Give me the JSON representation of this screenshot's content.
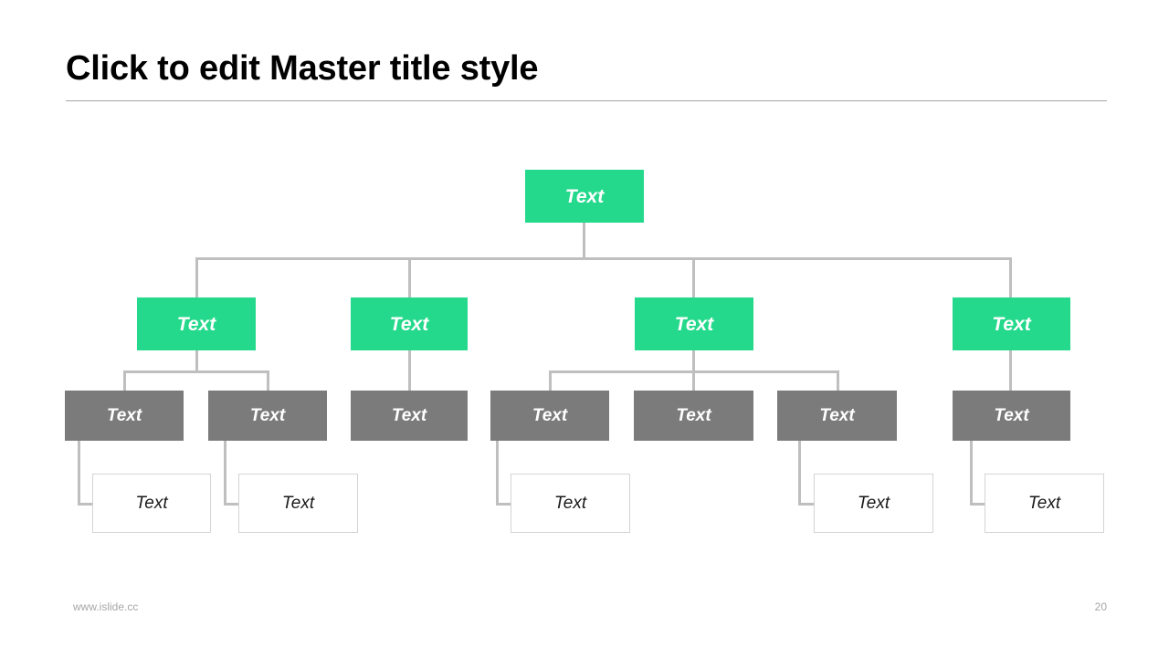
{
  "slide": {
    "title": "Click to edit Master title style",
    "footer_left": "www.islide.cc",
    "page_number": "20",
    "colors": {
      "accent_green": "#25d98c",
      "node_grey": "#7b7b7b",
      "connector": "#bfbfbf",
      "leaf_border": "#d4d4d4",
      "title_rule": "#a6a6a6",
      "footer_text": "#a6a6a6",
      "background": "#ffffff"
    }
  },
  "diagram": {
    "type": "org-chart",
    "levels": 4,
    "root": {
      "label": "Text",
      "style": "green"
    },
    "level2": [
      {
        "label": "Text",
        "style": "green"
      },
      {
        "label": "Text",
        "style": "green"
      },
      {
        "label": "Text",
        "style": "green"
      },
      {
        "label": "Text",
        "style": "green"
      }
    ],
    "level3": [
      {
        "label": "Text",
        "style": "grey"
      },
      {
        "label": "Text",
        "style": "grey"
      },
      {
        "label": "Text",
        "style": "grey"
      },
      {
        "label": "Text",
        "style": "grey"
      },
      {
        "label": "Text",
        "style": "grey"
      },
      {
        "label": "Text",
        "style": "grey"
      },
      {
        "label": "Text",
        "style": "grey"
      }
    ],
    "level4": [
      {
        "label": "Text",
        "style": "leaf"
      },
      {
        "label": "Text",
        "style": "leaf"
      },
      {
        "label": "Text",
        "style": "leaf"
      },
      {
        "label": "Text",
        "style": "leaf"
      },
      {
        "label": "Text",
        "style": "leaf"
      }
    ]
  }
}
